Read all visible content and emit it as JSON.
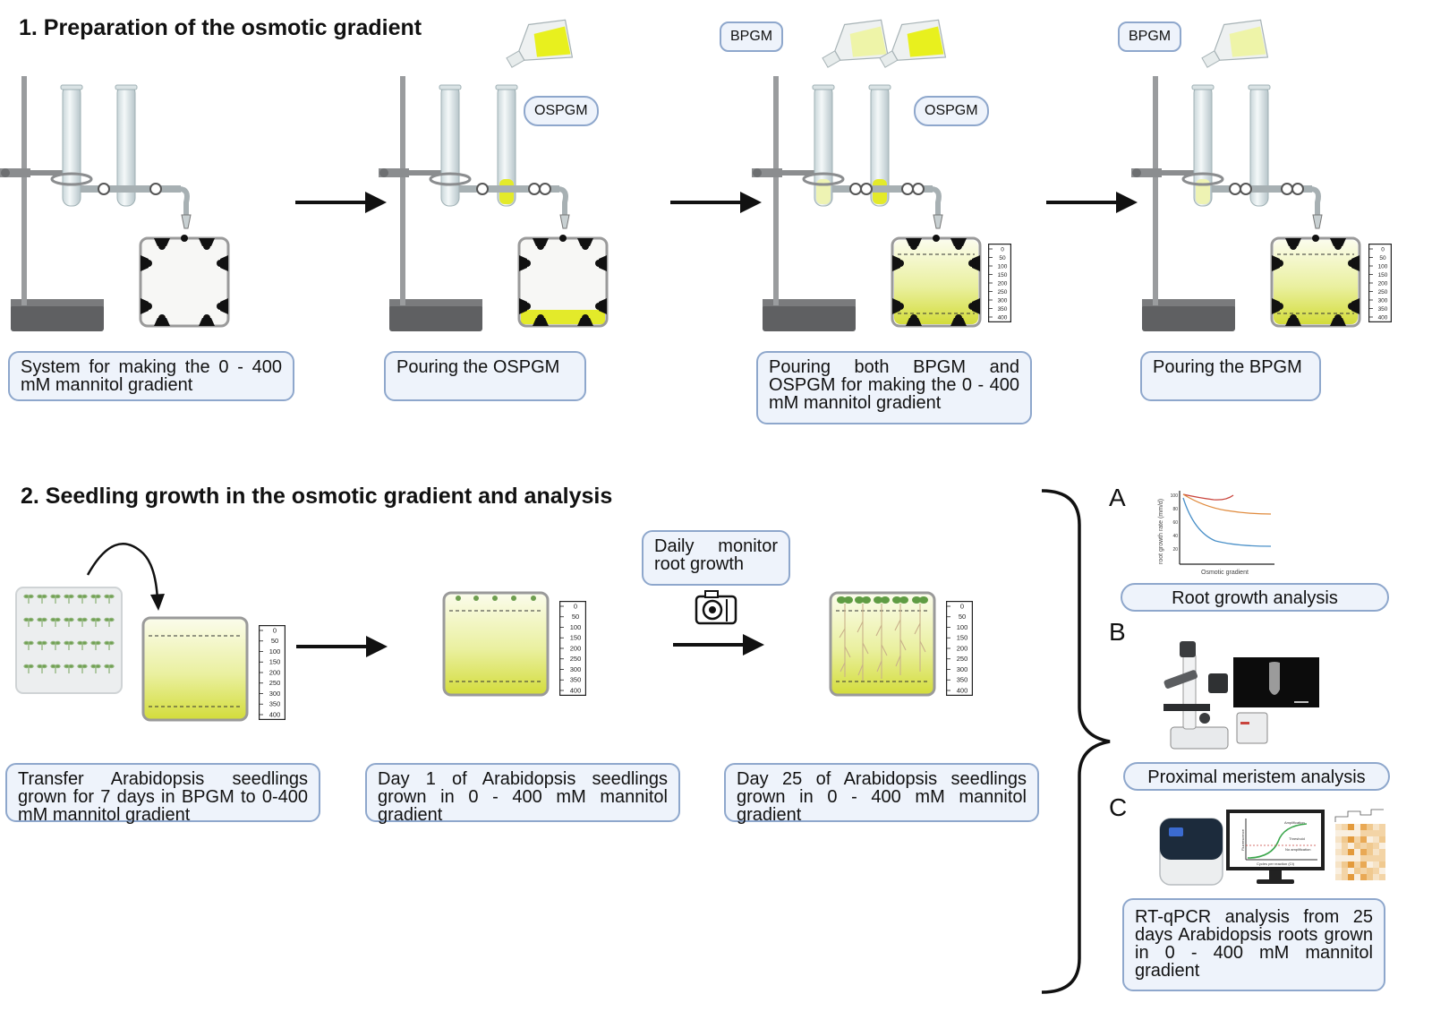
{
  "section1": {
    "title": "1.  Preparation of the osmotic gradient",
    "labels": {
      "bpgm": "BPGM",
      "ospgm": "OSPGM"
    },
    "steps": [
      {
        "caption": "System for making the 0 - 400 mM mannitol gradient"
      },
      {
        "caption": "Pouring the  OSPGM"
      },
      {
        "caption": "Pouring  both  BPGM  and OSPGM for  making the 0 - 400 mM mannitol gradient"
      },
      {
        "caption": "Pouring the BPGM"
      }
    ]
  },
  "section2": {
    "title": "2. Seedling growth in the osmotic gradient and analysis",
    "monitor_label": "Daily  monitor root growth",
    "steps": [
      {
        "caption": "Transfer  Arabidopsis  seedlings grown  for  7  days  in  BPGM  to 0-400 mM mannitol gradient"
      },
      {
        "caption": "Day  1  of  Arabidopsis  seedlings grown  in  0 - 400  mM  mannitol gradient"
      },
      {
        "caption": "Day 25  of  Arabidopsis seedlings grown  in  0 - 400  mM  mannitol gradient"
      }
    ],
    "scale_ticks": [
      "0",
      "50",
      "100",
      "150",
      "200",
      "250",
      "300",
      "350",
      "400"
    ],
    "analyses": [
      {
        "letter": "A",
        "caption": "Root growth analysis",
        "chart_ylabel": "root growth rate (mm/d)",
        "chart_xlabel": "Osmotic gradient",
        "chart_ticks": [
          "100",
          "80",
          "60",
          "40",
          "20"
        ]
      },
      {
        "letter": "B",
        "caption": "Proximal meristem analysis"
      },
      {
        "letter": "C",
        "caption": "RT-qPCR  analysis  from 25  days  Arabidopsis  roots grown  in  0  -  400  mM mannitol  gradient",
        "screen_labels": {
          "amplification": "Amplification",
          "threshold": "Threshold",
          "no_amplification": "No amplification",
          "axis": "Cycles per reaction (Ct)",
          "yaxis": "Fluorescence"
        }
      }
    ]
  },
  "colors": {
    "medium": "#dbe445",
    "medium_light": "#eef0a8",
    "caption_border": "#8ea7cc",
    "caption_fill": "#eef3fb",
    "stand": "#5a5a5a",
    "curve_blue": "#4a90c8",
    "curve_orange": "#e08a3c",
    "curve_red": "#c9443c"
  }
}
